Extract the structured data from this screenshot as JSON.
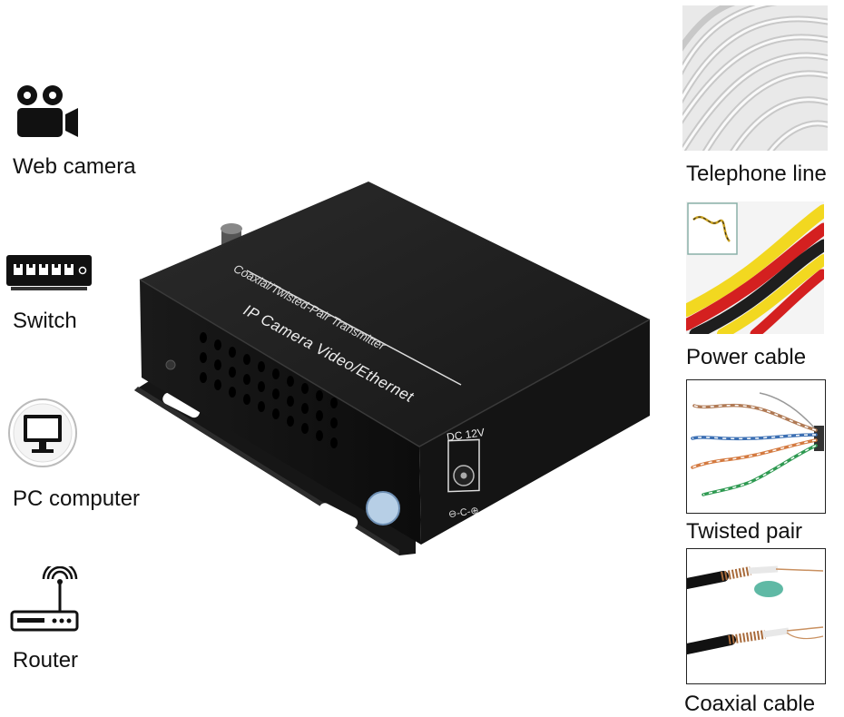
{
  "devices": [
    {
      "icon": "web-camera-icon",
      "label": "Web camera"
    },
    {
      "icon": "switch-icon",
      "label": "Switch"
    },
    {
      "icon": "pc-computer-icon",
      "label": "PC computer"
    },
    {
      "icon": "router-icon",
      "label": "Router"
    }
  ],
  "product": {
    "title": "IP Camera Video/Ethernet",
    "subtitle": "Coaxial/Twisted-Pair Transmitter",
    "power_label": "DC 12V",
    "polarity_label": "⊖-C-⊕"
  },
  "cables": [
    {
      "label": "Telephone line"
    },
    {
      "label": "Power cable"
    },
    {
      "label": "Twisted pair"
    },
    {
      "label": "Coaxial cable"
    }
  ]
}
